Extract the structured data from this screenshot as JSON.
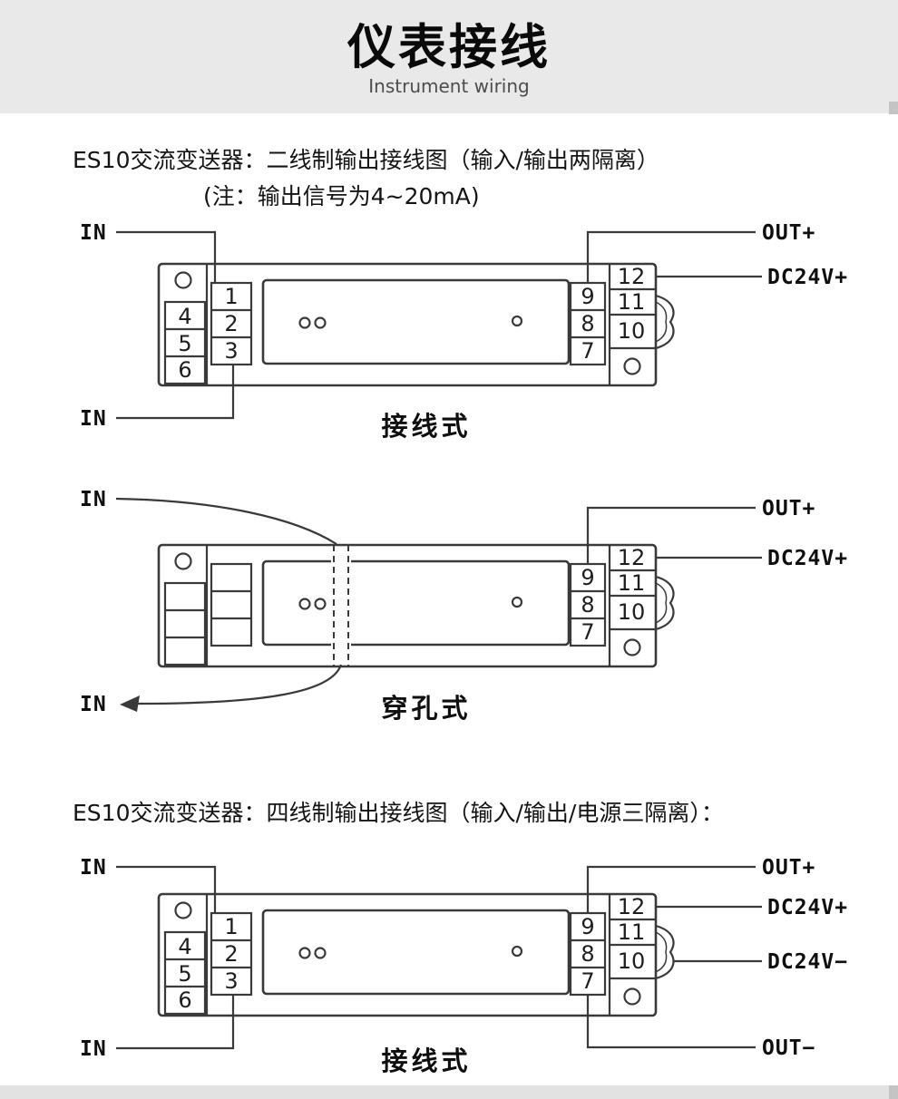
{
  "header": {
    "title": "仪表接线",
    "subtitle": "Instrument wiring"
  },
  "section_two_wire": {
    "heading": "ES10交流变送器：二线制输出接线图（输入/输出两隔离）",
    "note": "(注：输出信号为4~20mA)"
  },
  "section_four_wire": {
    "heading": "ES10交流变送器：四线制输出接线图（输入/输出/电源三隔离）："
  },
  "wired1": {
    "caption": "接线式",
    "in_top": "IN",
    "in_bottom": "IN",
    "out_plus": "OUT+",
    "dc24v_plus": "DC24V+",
    "t1": "1",
    "t2": "2",
    "t3": "3",
    "t4": "4",
    "t5": "5",
    "t6": "6",
    "t7": "7",
    "t8": "8",
    "t9": "9",
    "t10": "10",
    "t11": "11",
    "t12": "12"
  },
  "punch": {
    "caption": "穿孔式",
    "in_top": "IN",
    "in_bottom": "IN",
    "out_plus": "OUT+",
    "dc24v_plus": "DC24V+",
    "t7": "7",
    "t8": "8",
    "t9": "9",
    "t10": "10",
    "t11": "11",
    "t12": "12"
  },
  "wired2": {
    "caption": "接线式",
    "in_top": "IN",
    "in_bottom": "IN",
    "out_plus": "OUT+",
    "dc24v_plus": "DC24V+",
    "dc24v_minus": "DC24V−",
    "out_minus": "OUT−",
    "t1": "1",
    "t2": "2",
    "t3": "3",
    "t4": "4",
    "t5": "5",
    "t6": "6",
    "t7": "7",
    "t8": "8",
    "t9": "9",
    "t10": "10",
    "t11": "11",
    "t12": "12"
  },
  "colors": {
    "line": "#3a3a3a",
    "header_bg": "#e9e9e9",
    "band": "#e2e2e2"
  }
}
